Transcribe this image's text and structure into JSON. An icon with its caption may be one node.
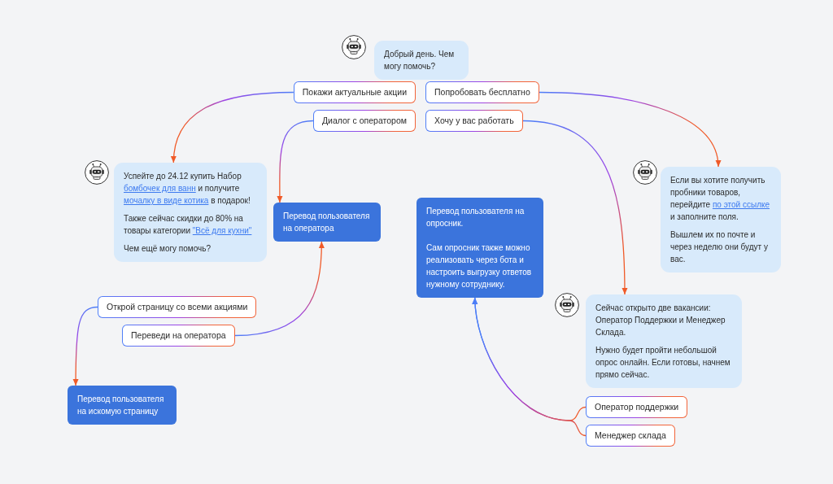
{
  "diagram": {
    "nodes": [
      {
        "text": [
          "Добрый день. Чем могу помочь?"
        ]
      },
      {
        "text": [
          "Покажи актуальные акции"
        ]
      },
      {
        "text": [
          "Попробовать бесплатно"
        ]
      },
      {
        "text": [
          "Диалог с оператором"
        ]
      },
      {
        "text": [
          "Хочу у вас работать"
        ]
      },
      {
        "text": [
          "Успейте до 24.12 купить Набор *бомбочек для ванн* и получите *мочалку в виде котика* в подарок!",
          "Также сейчас скидки до 80% на товары категории *\"Всё для кухни\"*",
          "Чем ещё могу помочь?"
        ]
      },
      {
        "text": [
          "Перевод пользователя на оператора"
        ]
      },
      {
        "text": [
          "Перевод пользователя на опросник.",
          "Сам опросник также можно реализовать через бота и настроить выгрузку ответов нужному сотруднику."
        ]
      },
      {
        "text": [
          "Если вы хотите получить пробники товаров, перейдите *по этой ссылке* и заполните поля.",
          "Вышлем их по почте и через неделю они будут у вас."
        ]
      },
      {
        "text": [
          "Открой страницу со всеми акциями"
        ]
      },
      {
        "text": [
          "Переведи на оператора"
        ]
      },
      {
        "text": [
          "Сейчас открыто две вакансии: Оператор Поддержки и Менеджер Склада.",
          "Нужно будет пройти небольшой опрос онлайн. Если готовы, начнем прямо сейчас."
        ]
      },
      {
        "text": [
          "Перевод пользователя на искомую страницу"
        ]
      },
      {
        "text": [
          "Оператор поддержки"
        ]
      },
      {
        "text": [
          "Менеджер склада"
        ]
      }
    ],
    "edges": [
      {
        "from": 1,
        "to": 5,
        "arrow": "to"
      },
      {
        "from": 2,
        "to": 8,
        "arrow": "to"
      },
      {
        "from": 3,
        "to": 6,
        "arrow": "to"
      },
      {
        "from": 4,
        "to": 11,
        "arrow": "to"
      },
      {
        "from": 9,
        "to": 12,
        "arrow": "to"
      },
      {
        "from": 10,
        "to": 6,
        "arrow": "to"
      },
      {
        "from": 13,
        "to": 7,
        "arrow": "to",
        "color": "#4d7ef7"
      },
      {
        "from": 14,
        "to": 7,
        "arrow": "to",
        "color": "#4d7ef7"
      }
    ]
  }
}
